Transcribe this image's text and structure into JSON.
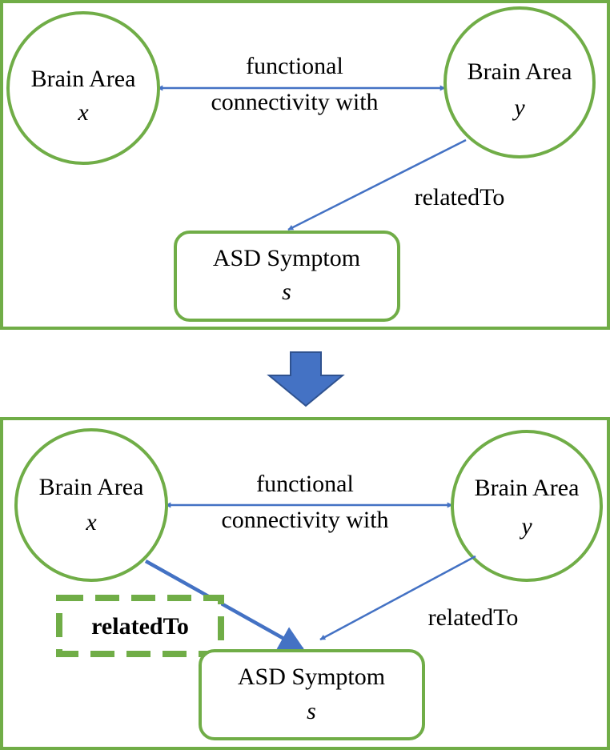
{
  "colors": {
    "frame": "#70ad47",
    "arrow": "#4472c4",
    "big_arrow": "#4472c4"
  },
  "top_panel": {
    "node_x": {
      "label": "Brain Area",
      "var": "x"
    },
    "node_y": {
      "label": "Brain Area",
      "var": "y"
    },
    "symptom": {
      "label": "ASD Symptom",
      "var": "s"
    },
    "edge_xy": {
      "line1": "functional",
      "line2": "connectivity with"
    },
    "edge_ys": {
      "label": "relatedTo"
    }
  },
  "bottom_panel": {
    "node_x": {
      "label": "Brain Area",
      "var": "x"
    },
    "node_y": {
      "label": "Brain Area",
      "var": "y"
    },
    "symptom": {
      "label": "ASD Symptom",
      "var": "s"
    },
    "edge_xy": {
      "line1": "functional",
      "line2": "connectivity with"
    },
    "edge_ys": {
      "label": "relatedTo"
    },
    "inferred_edge": {
      "label": "relatedTo"
    }
  },
  "transition_arrow": {
    "icon": "down-arrow-icon"
  }
}
